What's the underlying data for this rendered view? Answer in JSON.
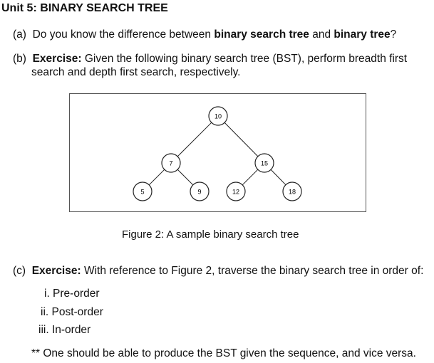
{
  "title": "Unit 5: BINARY SEARCH TREE",
  "a": {
    "label": "(a)",
    "t1": "Do you know the difference between ",
    "b1": "binary search tree",
    "t2": " and ",
    "b2": "binary tree",
    "t3": "?"
  },
  "b": {
    "label": "(b)",
    "bold": "Exercise:",
    "t1": " Given the following binary search tree (BST), perform breadth first",
    "t2": "search and depth first search, respectively."
  },
  "tree": {
    "nodes": [
      {
        "id": "10",
        "value": "10"
      },
      {
        "id": "7",
        "value": "7"
      },
      {
        "id": "15",
        "value": "15"
      },
      {
        "id": "5",
        "value": "5"
      },
      {
        "id": "9",
        "value": "9"
      },
      {
        "id": "12",
        "value": "12"
      },
      {
        "id": "18",
        "value": "18"
      }
    ],
    "edges": [
      [
        "10",
        "7"
      ],
      [
        "10",
        "15"
      ],
      [
        "7",
        "5"
      ],
      [
        "7",
        "9"
      ],
      [
        "15",
        "12"
      ],
      [
        "15",
        "18"
      ]
    ]
  },
  "caption": "Figure 2: A sample binary search tree",
  "c": {
    "label": "(c)",
    "bold": "Exercise:",
    "t1": " With reference to Figure 2, traverse the binary search tree in order of:",
    "items": [
      "i. Pre-order",
      "ii. Post-order",
      "iii. In-order"
    ]
  },
  "note": "** One should be able to produce the BST given the sequence, and vice versa."
}
